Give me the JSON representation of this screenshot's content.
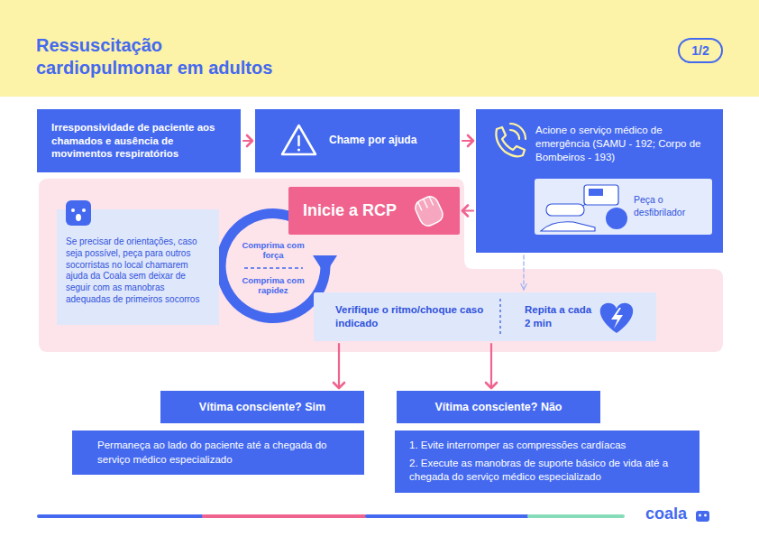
{
  "diagram": {
    "title": "Ressuscitação cardiopulmonar em adultos",
    "nodes": [
      {
        "text": [
          "1/2"
        ]
      },
      {
        "text": [
          "Irresponsividade de paciente aos chamados e ausência de movimentos respiratórios"
        ]
      },
      {
        "text": [
          "Chame por ajuda"
        ]
      },
      {
        "text": [
          "Acione o serviço médico de emergência (SAMU - 192; Corpo de Bombeiros - 193)"
        ]
      },
      {
        "text": [
          "Peça o desfibrilador"
        ],
        "in": 3
      },
      {
        "text": [
          "Inicie a RCP"
        ]
      },
      {
        "text": [
          "Se precisar de orientações, caso seja possível, peça para outros socorristas no local chamarem ajuda da Coala sem deixar de seguir com as manobras adequadas de primeiros socorros"
        ]
      },
      {
        "text": [
          "Verifique o ritmo/choque caso indicado",
          "Repita a cada 2 min"
        ]
      },
      {
        "text": [
          "Vítima consciente? Sim"
        ]
      },
      {
        "text": [
          "Vítima consciente? Não"
        ]
      },
      {
        "text": [
          "Permaneça ao lado do paciente até a chegada do serviço médico especializado"
        ]
      },
      {
        "text": [
          "1. Evite interromper as compressões cardíacas",
          "2. Execute as manobras de suporte básico de vida até a chegada do serviço médico especializado"
        ]
      }
    ],
    "edges": [
      {
        "from": 1,
        "to": 2,
        "arrow": "to"
      },
      {
        "from": 2,
        "to": 3,
        "arrow": "to"
      },
      {
        "from": 3,
        "to": 5,
        "arrow": "to"
      },
      {
        "from": 3,
        "to": 7,
        "arrow": "to"
      },
      {
        "from": 7,
        "to": 8,
        "arrow": "to"
      },
      {
        "from": 7,
        "to": 9,
        "arrow": "to"
      }
    ],
    "labels": [
      "Comprima com força",
      "Comprima com rapidez",
      "coala"
    ]
  }
}
